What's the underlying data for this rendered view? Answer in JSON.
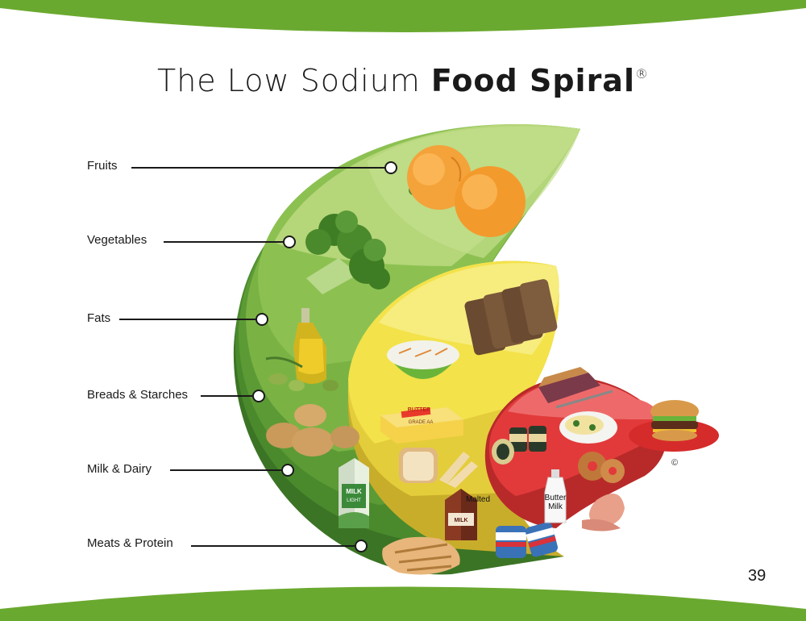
{
  "title": {
    "light": "The Low Sodium ",
    "bold": "Food Spiral",
    "mark": "®"
  },
  "categories": [
    {
      "label": "Fruits"
    },
    {
      "label": "Vegetables"
    },
    {
      "label": "Fats"
    },
    {
      "label": "Breads & Starches"
    },
    {
      "label": "Milk & Dairy"
    },
    {
      "label": "Meats & Protein"
    }
  ],
  "food_labels": {
    "butter_box": "BUTTER",
    "butter_grade": "GRADE AA",
    "milk_carton": "MILK",
    "milk_carton_sub": "LIGHT",
    "malted": "Malted",
    "chocolate_milk": "MILK",
    "butter_milk_line1": "Butter",
    "butter_milk_line2": "Milk"
  },
  "copyright": "©",
  "page_number": "39",
  "colors": {
    "band": "#6aa92f",
    "fruits": "#b5d679",
    "vegetables": "#8cc152",
    "fats": "#7ab344",
    "breads": "#5c9a35",
    "dairy": "#4a8a2c",
    "meats": "#3b7425",
    "inner_yellow": "#f3e24a",
    "inner_yellow_light": "#f7ec7e",
    "inner_gold": "#c8ad2a",
    "inner_red": "#e23a3a",
    "inner_red_dark": "#b82a2a"
  }
}
